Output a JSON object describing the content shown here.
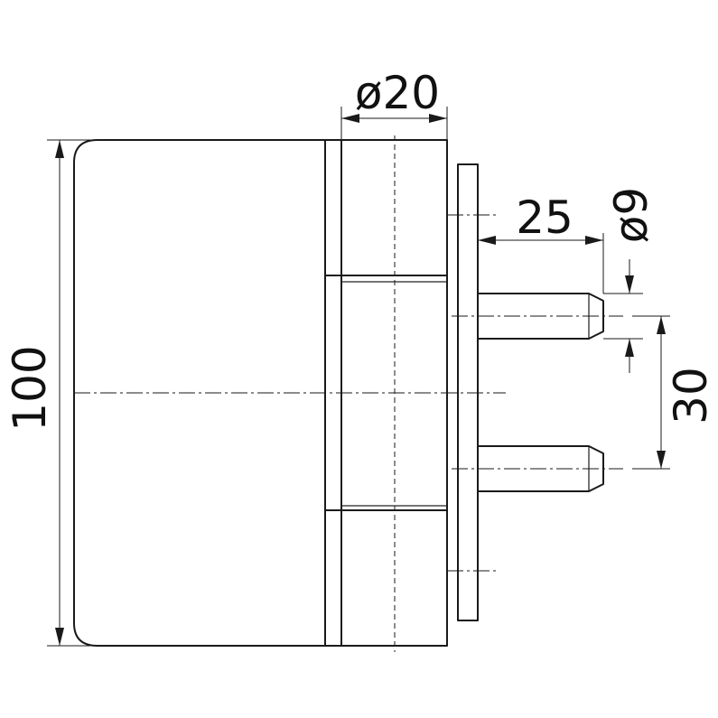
{
  "drawing": {
    "type": "technical-drawing",
    "subject": "hinge side view",
    "dimensions": {
      "height_overall": "100",
      "barrel_diameter": "ø20",
      "pin_length": "25",
      "pin_diameter": "ø9",
      "pin_spacing": "30"
    }
  }
}
